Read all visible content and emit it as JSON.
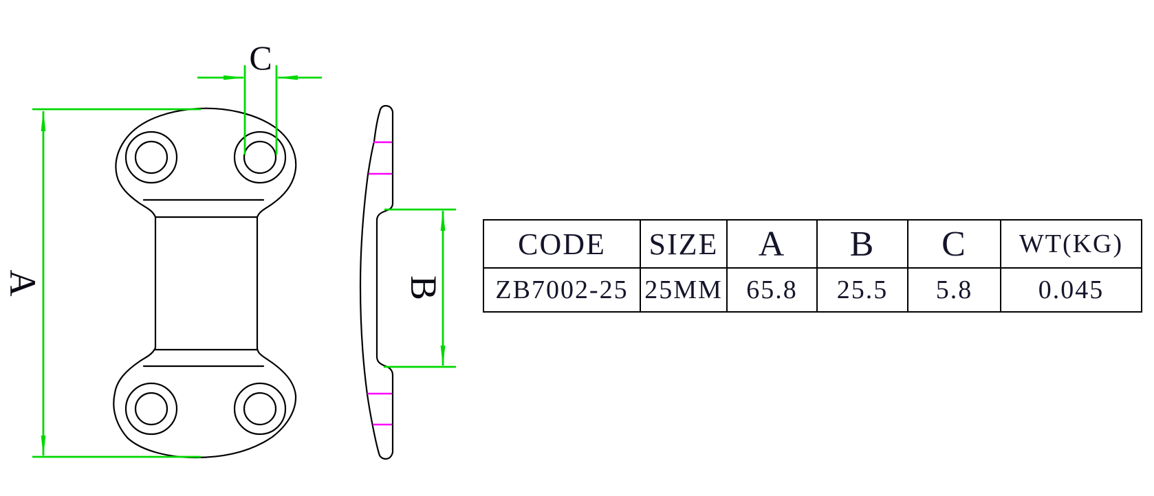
{
  "drawing": {
    "labels": {
      "a": "A",
      "b": "B",
      "c": "C"
    }
  },
  "table": {
    "headers": [
      "CODE",
      "SIZE",
      "A",
      "B",
      "C",
      "WT(KG)"
    ],
    "rows": [
      [
        "ZB7002-25",
        "25MM",
        "65.8",
        "25.5",
        "5.8",
        "0.045"
      ]
    ]
  },
  "colors": {
    "dimension-green": "#00d800",
    "section-magenta": "#ff00ff",
    "line-black": "#000000",
    "table-text": "#14142a",
    "background": "#ffffff"
  }
}
